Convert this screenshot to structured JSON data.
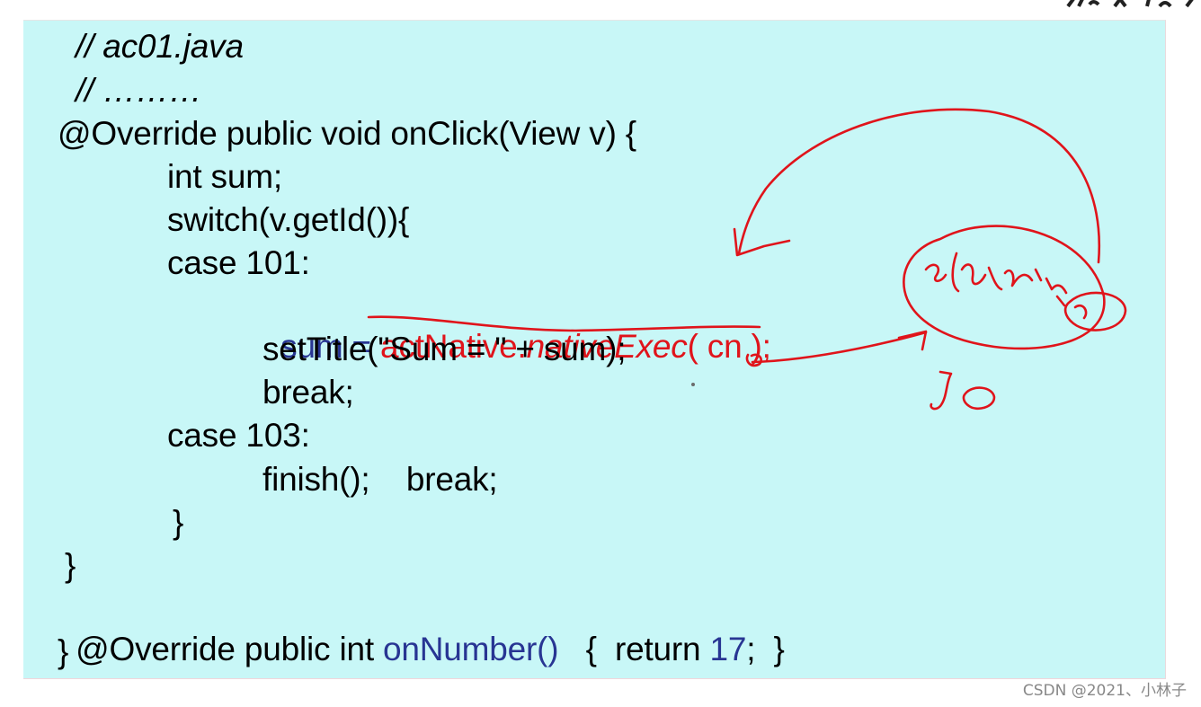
{
  "code": {
    "comment_file": "// ac01.java",
    "comment_dots": "// ………",
    "line_override_click": "@Override public void onClick(View v) {",
    "line_int_sum": "int sum;",
    "line_switch": "switch(v.getId()){",
    "line_case_101": "case 101:",
    "line_sum_prefix": "sum = ",
    "line_act_native": "actNative.",
    "line_native_exec": "nativeExec",
    "line_exec_args": "( cn );",
    "line_set_title": "setTitle(\"Sum = \" + sum);",
    "line_break": "break;",
    "line_case_103": "case 103:",
    "line_finish": "finish();    break;",
    "line_inner_close": "}",
    "line_outer_close": "}",
    "line_on_number_prefix": "@Override public int ",
    "line_on_number_name": "onNumber()",
    "line_on_number_body_a": "   {  return ",
    "line_on_number_value": "17",
    "line_on_number_body_b": ";  }",
    "line_class_close": "}"
  },
  "watermark": "CSDN @2021、小林子",
  "colors": {
    "panel_background": "#c8f7f7",
    "code_text": "#000000",
    "code_blue": "#283593",
    "annotation_red": "#e0141b"
  }
}
